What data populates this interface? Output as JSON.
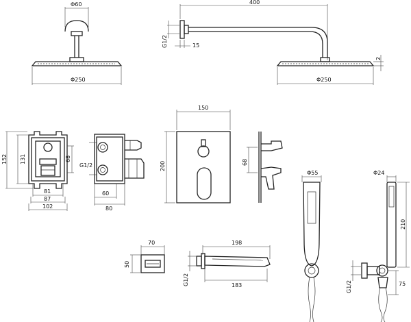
{
  "labels": {
    "d60": "Φ60",
    "d400": "400",
    "g12_arm": "G1/2",
    "d15": "15",
    "d2": "2",
    "d250_a": "Φ250",
    "d250_b": "Φ250",
    "d152": "152",
    "d131": "131",
    "d68_box": "68",
    "d81": "81",
    "d87": "87",
    "d102": "102",
    "g12_box": "G1/2",
    "d60_side": "60",
    "d80": "80",
    "d150": "150",
    "d200": "200",
    "d68_side": "68",
    "d55": "Φ55",
    "d24": "Φ24",
    "d210": "210",
    "d70": "70",
    "d50": "50",
    "d198": "198",
    "d183": "183",
    "g12_spout": "G1/2",
    "g12_holder": "G1/2",
    "d75": "75"
  }
}
